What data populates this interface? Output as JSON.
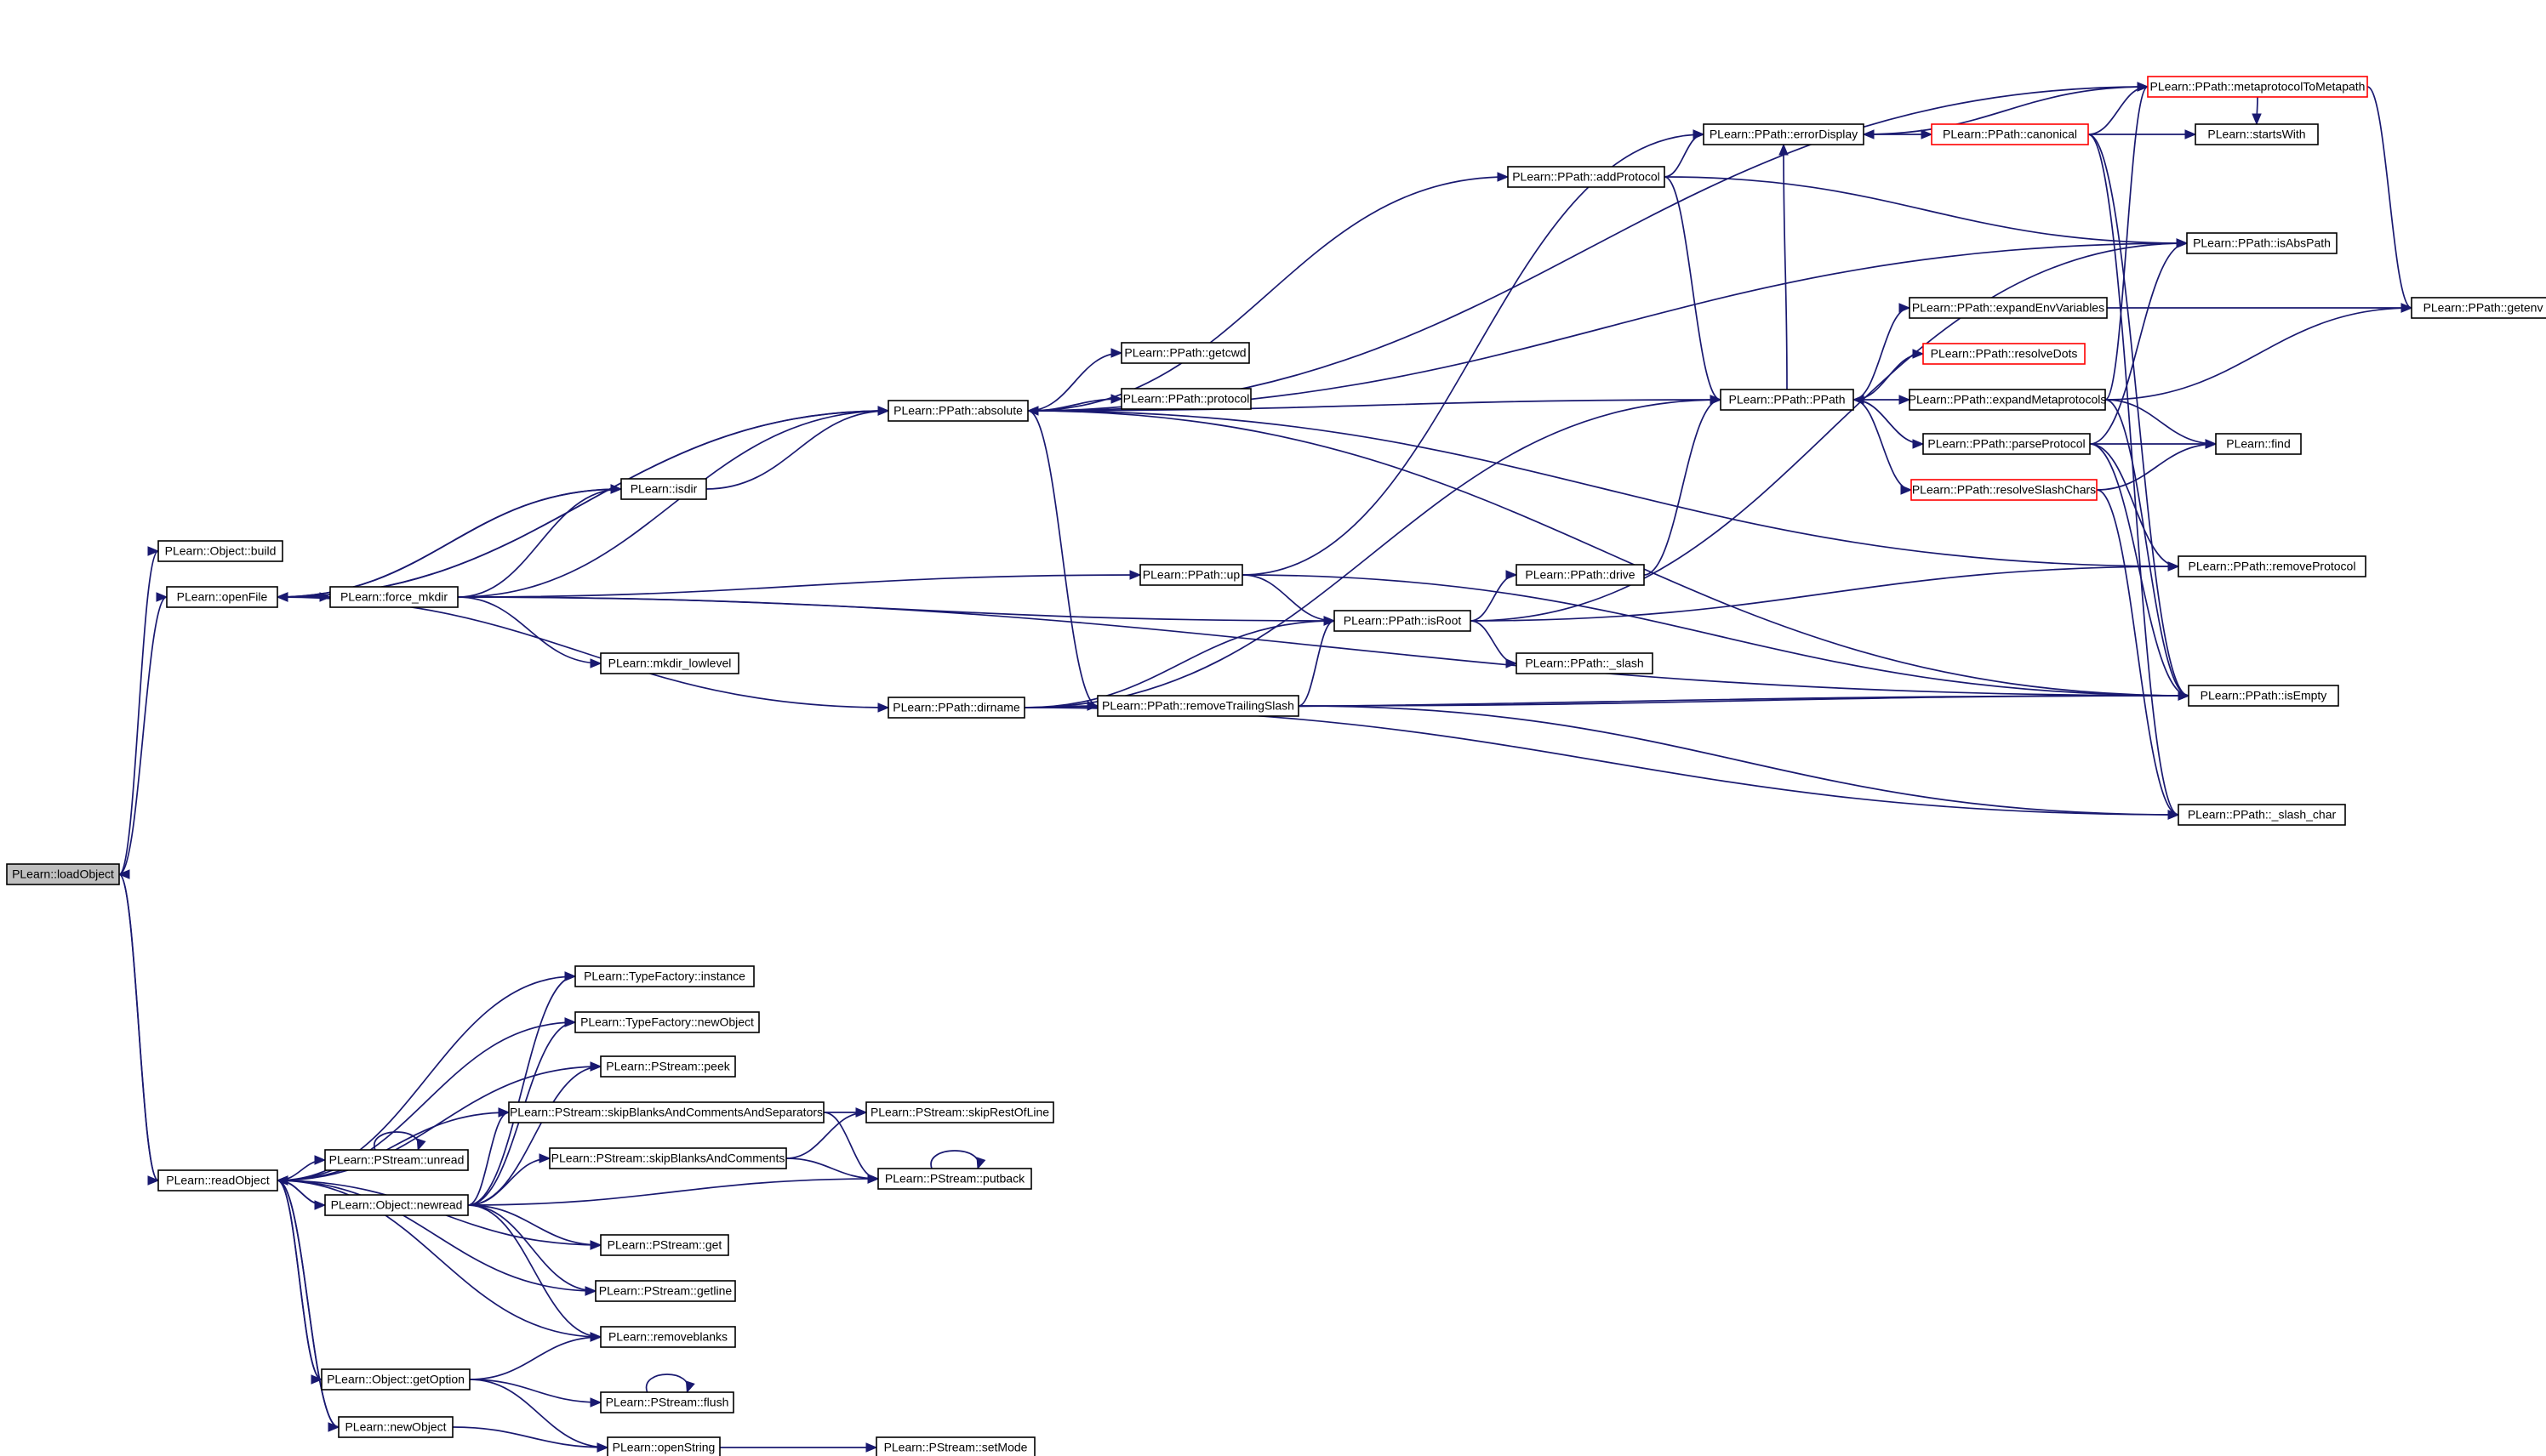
{
  "colors": {
    "edge": "#191970",
    "node_border": "#000000",
    "node_border_highlight": "#ff0000",
    "root_fill": "#bfbfbf",
    "background": "#ffffff"
  },
  "nodes": [
    {
      "id": "loadObject",
      "label": "PLearn::loadObject",
      "style": "root"
    },
    {
      "id": "build",
      "label": "PLearn::Object::build"
    },
    {
      "id": "openFile",
      "label": "PLearn::openFile"
    },
    {
      "id": "absolute",
      "label": "PLearn::PPath::absolute"
    },
    {
      "id": "isdir",
      "label": "PLearn::isdir"
    },
    {
      "id": "force_mkdir",
      "label": "PLearn::force_mkdir"
    },
    {
      "id": "mkdir_lowlevel",
      "label": "PLearn::mkdir_lowlevel"
    },
    {
      "id": "dirname",
      "label": "PLearn::PPath::dirname"
    },
    {
      "id": "getcwd",
      "label": "PLearn::PPath::getcwd"
    },
    {
      "id": "protocol",
      "label": "PLearn::PPath::protocol"
    },
    {
      "id": "up",
      "label": "PLearn::PPath::up"
    },
    {
      "id": "removeTrailingSlash",
      "label": "PLearn::PPath::removeTrailingSlash"
    },
    {
      "id": "isRoot",
      "label": "PLearn::PPath::isRoot"
    },
    {
      "id": "addProtocol",
      "label": "PLearn::PPath::addProtocol"
    },
    {
      "id": "errorDisplay",
      "label": "PLearn::PPath::errorDisplay"
    },
    {
      "id": "PPath",
      "label": "PLearn::PPath::PPath"
    },
    {
      "id": "drive",
      "label": "PLearn::PPath::drive"
    },
    {
      "id": "_slash",
      "label": "PLearn::PPath::_slash"
    },
    {
      "id": "canonical",
      "label": "PLearn::PPath::canonical",
      "style": "red"
    },
    {
      "id": "metaprotocolToMetapath",
      "label": "PLearn::PPath::metaprotocolToMetapath",
      "style": "red"
    },
    {
      "id": "startsWith",
      "label": "PLearn::startsWith"
    },
    {
      "id": "isAbsPath",
      "label": "PLearn::PPath::isAbsPath"
    },
    {
      "id": "expandEnvVariables",
      "label": "PLearn::PPath::expandEnvVariables"
    },
    {
      "id": "resolveDots",
      "label": "PLearn::PPath::resolveDots",
      "style": "red"
    },
    {
      "id": "expandMetaprotocols",
      "label": "PLearn::PPath::expandMetaprotocols"
    },
    {
      "id": "parseProtocol",
      "label": "PLearn::PPath::parseProtocol"
    },
    {
      "id": "resolveSlashChars",
      "label": "PLearn::PPath::resolveSlashChars",
      "style": "red"
    },
    {
      "id": "getenv",
      "label": "PLearn::PPath::getenv"
    },
    {
      "id": "find",
      "label": "PLearn::find"
    },
    {
      "id": "removeProtocol",
      "label": "PLearn::PPath::removeProtocol"
    },
    {
      "id": "isEmpty",
      "label": "PLearn::PPath::isEmpty"
    },
    {
      "id": "_slash_char",
      "label": "PLearn::PPath::_slash_char"
    },
    {
      "id": "readObject",
      "label": "PLearn::readObject"
    },
    {
      "id": "instance",
      "label": "PLearn::TypeFactory::instance"
    },
    {
      "id": "newObject_tf",
      "label": "PLearn::TypeFactory::newObject"
    },
    {
      "id": "peek",
      "label": "PLearn::PStream::peek"
    },
    {
      "id": "skipBCS",
      "label": "PLearn::PStream::skipBlanksAndCommentsAndSeparators"
    },
    {
      "id": "skipRestOfLine",
      "label": "PLearn::PStream::skipRestOfLine"
    },
    {
      "id": "unread",
      "label": "PLearn::PStream::unread"
    },
    {
      "id": "skipBC",
      "label": "PLearn::PStream::skipBlanksAndComments"
    },
    {
      "id": "putback",
      "label": "PLearn::PStream::putback"
    },
    {
      "id": "newread",
      "label": "PLearn::Object::newread"
    },
    {
      "id": "get",
      "label": "PLearn::PStream::get"
    },
    {
      "id": "getline",
      "label": "PLearn::PStream::getline"
    },
    {
      "id": "removeblanks",
      "label": "PLearn::removeblanks"
    },
    {
      "id": "getOption",
      "label": "PLearn::Object::getOption"
    },
    {
      "id": "flush",
      "label": "PLearn::PStream::flush"
    },
    {
      "id": "newObject",
      "label": "PLearn::newObject"
    },
    {
      "id": "openString",
      "label": "PLearn::openString"
    },
    {
      "id": "setMode",
      "label": "PLearn::PStream::setMode"
    }
  ],
  "edges": [
    [
      "loadObject",
      "build"
    ],
    [
      "loadObject",
      "openFile"
    ],
    [
      "loadObject",
      "readObject"
    ],
    [
      "openFile",
      "absolute"
    ],
    [
      "openFile",
      "isdir"
    ],
    [
      "openFile",
      "force_mkdir"
    ],
    [
      "openFile",
      "dirname"
    ],
    [
      "absolute",
      "openFile"
    ],
    [
      "absolute",
      "getcwd"
    ],
    [
      "absolute",
      "protocol"
    ],
    [
      "absolute",
      "addProtocol"
    ],
    [
      "absolute",
      "isAbsPath"
    ],
    [
      "absolute",
      "PPath"
    ],
    [
      "absolute",
      "removeTrailingSlash"
    ],
    [
      "absolute",
      "removeProtocol"
    ],
    [
      "absolute",
      "isEmpty"
    ],
    [
      "isdir",
      "absolute"
    ],
    [
      "isdir",
      "openFile"
    ],
    [
      "force_mkdir",
      "isdir"
    ],
    [
      "force_mkdir",
      "absolute"
    ],
    [
      "force_mkdir",
      "up"
    ],
    [
      "force_mkdir",
      "isRoot"
    ],
    [
      "force_mkdir",
      "mkdir_lowlevel"
    ],
    [
      "force_mkdir",
      "isEmpty"
    ],
    [
      "force_mkdir",
      "openFile"
    ],
    [
      "dirname",
      "removeTrailingSlash"
    ],
    [
      "dirname",
      "isRoot"
    ],
    [
      "dirname",
      "PPath"
    ],
    [
      "dirname",
      "isEmpty"
    ],
    [
      "dirname",
      "_slash_char"
    ],
    [
      "up",
      "isRoot"
    ],
    [
      "up",
      "errorDisplay"
    ],
    [
      "up",
      "isEmpty"
    ],
    [
      "removeTrailingSlash",
      "isRoot"
    ],
    [
      "removeTrailingSlash",
      "isEmpty"
    ],
    [
      "removeTrailingSlash",
      "_slash_char"
    ],
    [
      "isRoot",
      "drive"
    ],
    [
      "isRoot",
      "_slash"
    ],
    [
      "isRoot",
      "isAbsPath"
    ],
    [
      "isRoot",
      "removeProtocol"
    ],
    [
      "drive",
      "PPath"
    ],
    [
      "addProtocol",
      "errorDisplay"
    ],
    [
      "addProtocol",
      "isAbsPath"
    ],
    [
      "addProtocol",
      "PPath"
    ],
    [
      "errorDisplay",
      "canonical"
    ],
    [
      "canonical",
      "metaprotocolToMetapath"
    ],
    [
      "canonical",
      "startsWith"
    ],
    [
      "canonical",
      "isEmpty"
    ],
    [
      "canonical",
      "_slash_char"
    ],
    [
      "metaprotocolToMetapath",
      "errorDisplay"
    ],
    [
      "metaprotocolToMetapath",
      "startsWith"
    ],
    [
      "metaprotocolToMetapath",
      "getenv"
    ],
    [
      "metaprotocolToMetapath",
      "absolute"
    ],
    [
      "PPath",
      "expandEnvVariables"
    ],
    [
      "PPath",
      "resolveDots"
    ],
    [
      "PPath",
      "expandMetaprotocols"
    ],
    [
      "PPath",
      "parseProtocol"
    ],
    [
      "PPath",
      "resolveSlashChars"
    ],
    [
      "PPath",
      "errorDisplay"
    ],
    [
      "expandEnvVariables",
      "getenv"
    ],
    [
      "expandMetaprotocols",
      "metaprotocolToMetapath"
    ],
    [
      "expandMetaprotocols",
      "getenv"
    ],
    [
      "expandMetaprotocols",
      "find"
    ],
    [
      "expandMetaprotocols",
      "isEmpty"
    ],
    [
      "parseProtocol",
      "isAbsPath"
    ],
    [
      "parseProtocol",
      "find"
    ],
    [
      "parseProtocol",
      "removeProtocol"
    ],
    [
      "parseProtocol",
      "isEmpty"
    ],
    [
      "parseProtocol",
      "PPath"
    ],
    [
      "resolveSlashChars",
      "find"
    ],
    [
      "resolveSlashChars",
      "_slash_char"
    ],
    [
      "readObject",
      "instance"
    ],
    [
      "readObject",
      "newObject_tf"
    ],
    [
      "readObject",
      "peek"
    ],
    [
      "readObject",
      "skipBCS"
    ],
    [
      "readObject",
      "unread"
    ],
    [
      "readObject",
      "newread"
    ],
    [
      "readObject",
      "get"
    ],
    [
      "readObject",
      "getline"
    ],
    [
      "readObject",
      "removeblanks"
    ],
    [
      "readObject",
      "getOption"
    ],
    [
      "readObject",
      "newObject"
    ],
    [
      "readObject",
      "loadObject"
    ],
    [
      "unread",
      "unread"
    ],
    [
      "newread",
      "instance"
    ],
    [
      "newread",
      "newObject_tf"
    ],
    [
      "newread",
      "peek"
    ],
    [
      "newread",
      "skipBCS"
    ],
    [
      "newread",
      "skipBC"
    ],
    [
      "newread",
      "putback"
    ],
    [
      "newread",
      "get"
    ],
    [
      "newread",
      "getline"
    ],
    [
      "newread",
      "removeblanks"
    ],
    [
      "newread",
      "readObject"
    ],
    [
      "skipBCS",
      "skipRestOfLine"
    ],
    [
      "skipBCS",
      "putback"
    ],
    [
      "skipBC",
      "skipRestOfLine"
    ],
    [
      "skipBC",
      "putback"
    ],
    [
      "putback",
      "putback"
    ],
    [
      "getOption",
      "removeblanks"
    ],
    [
      "getOption",
      "flush"
    ],
    [
      "getOption",
      "openString"
    ],
    [
      "getOption",
      "readObject"
    ],
    [
      "flush",
      "flush"
    ],
    [
      "newObject",
      "openString"
    ],
    [
      "newObject",
      "readObject"
    ],
    [
      "openString",
      "setMode"
    ]
  ]
}
